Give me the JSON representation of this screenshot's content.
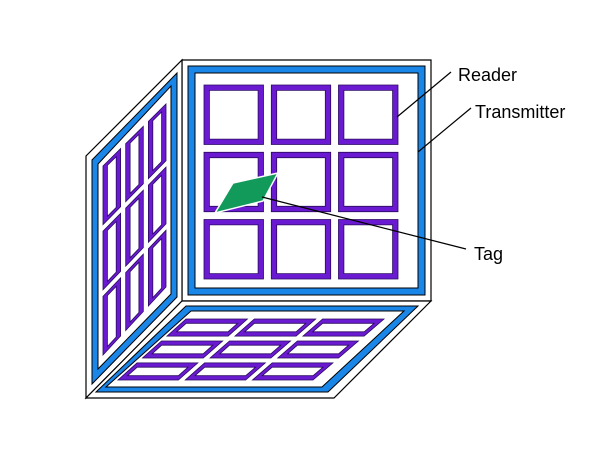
{
  "labels": {
    "reader": "Reader",
    "transmitter": "Transmitter",
    "tag": "Tag"
  },
  "colors": {
    "panel_outline": "#000000",
    "transmitter": "#1a86e8",
    "reader_coil": "#6a1ad0",
    "reader_coil_outline": "#2a0a60",
    "tag": "#129a5a",
    "background": "#ffffff"
  },
  "structure": {
    "faces": [
      "back",
      "left",
      "bottom"
    ],
    "grid": {
      "rows": 3,
      "cols": 3
    }
  }
}
